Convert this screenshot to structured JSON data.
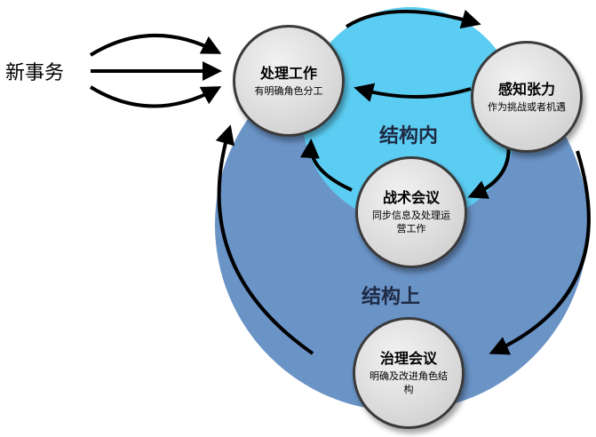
{
  "side_label": "新事务",
  "inner_region_label": "结构内",
  "outer_region_label": "结构上",
  "nodes": {
    "handle_work": {
      "title": "处理工作",
      "subtitle": "有明确角色分工"
    },
    "sense_tension": {
      "title": "感知张力",
      "subtitle": "作为挑战或者机遇"
    },
    "tactical_meeting": {
      "title": "战术会议",
      "subtitle": "同步信息及处理运营工作"
    },
    "governance_meeting": {
      "title": "治理会议",
      "subtitle": "明确及改进角色结构"
    }
  },
  "colors": {
    "outer_circle": "#6a93c6",
    "inner_circle": "#5ccdf2",
    "node_border": "#3a3a3a",
    "arrow": "#000000"
  }
}
